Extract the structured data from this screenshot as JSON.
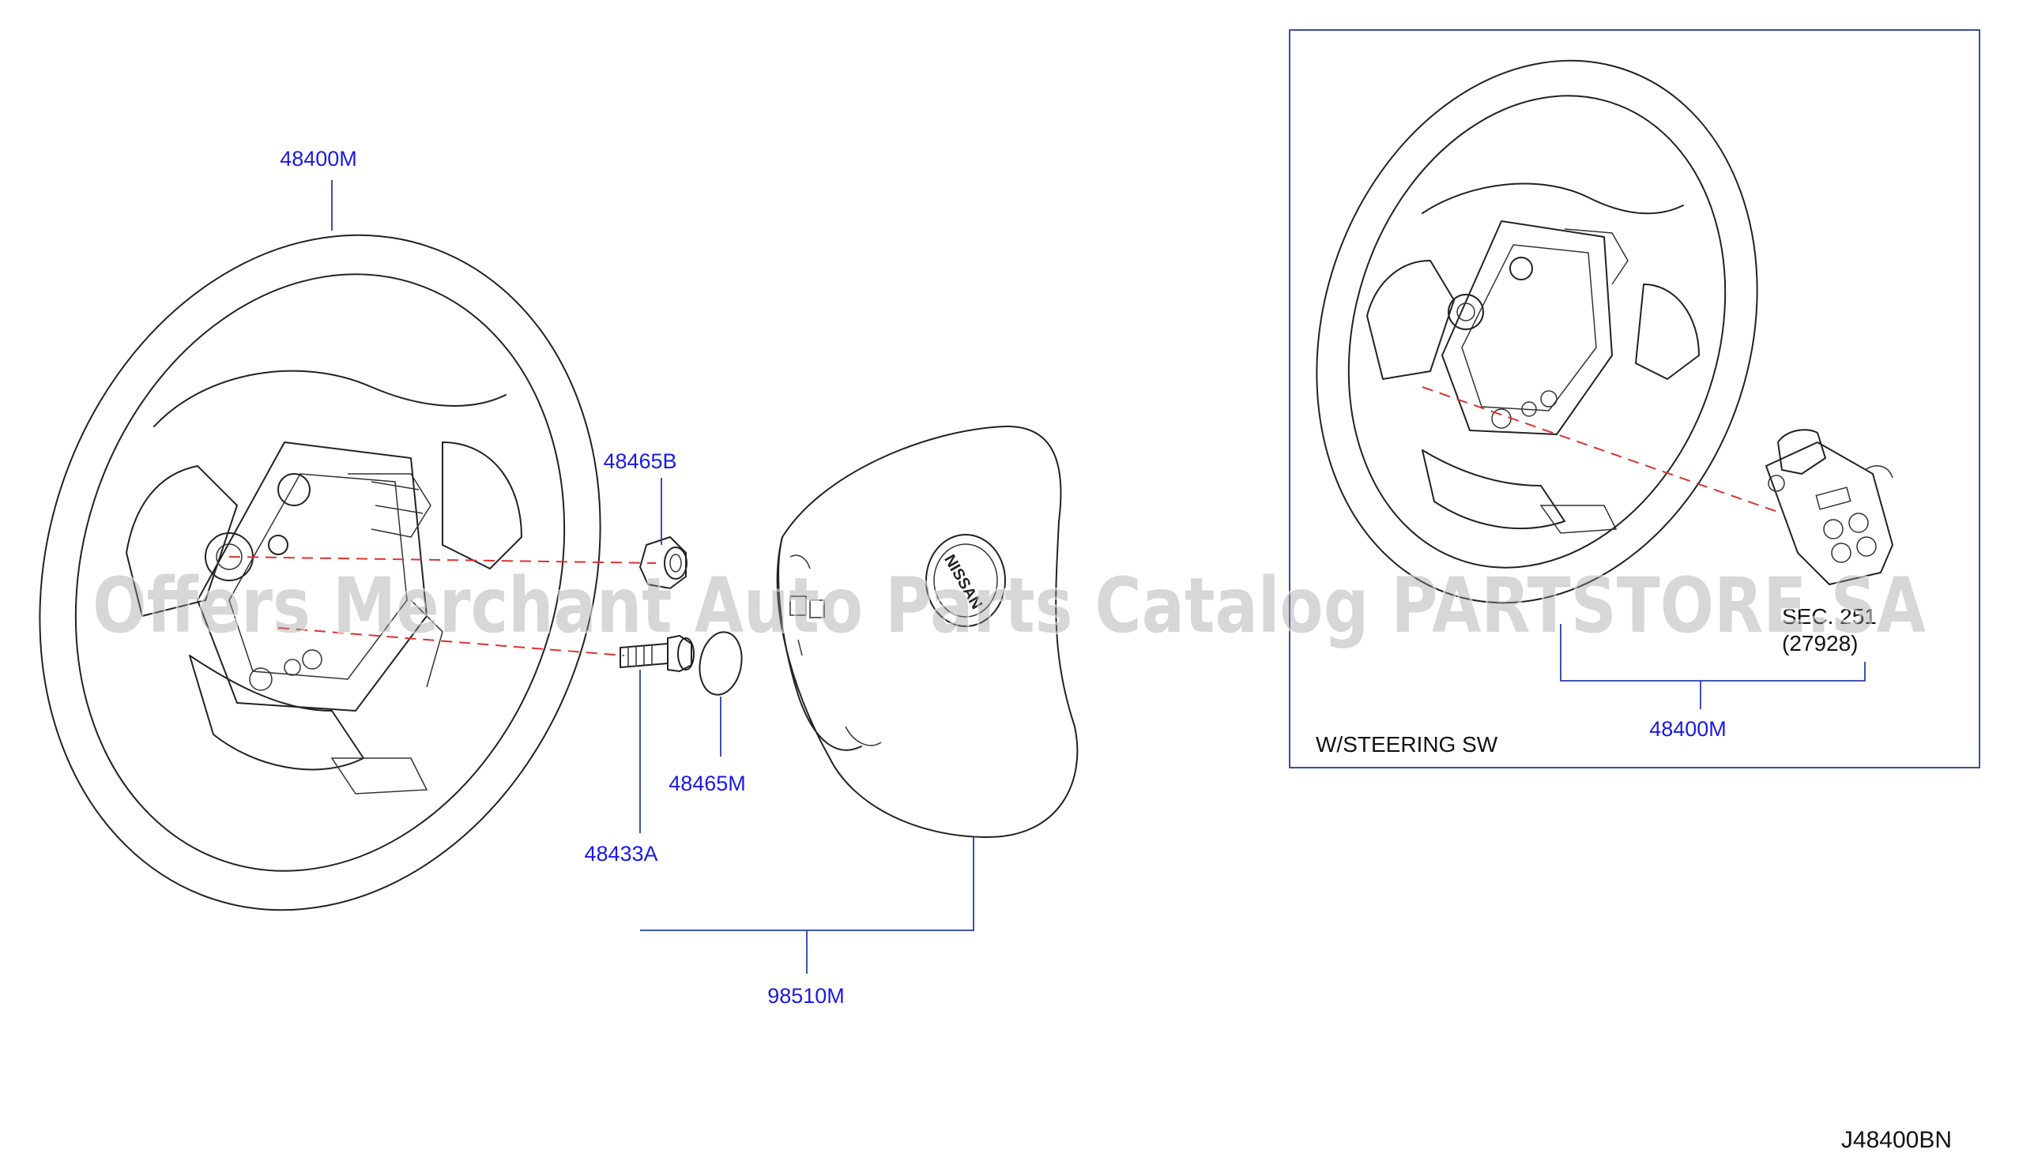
{
  "labels": {
    "wheel_main": "48400M",
    "nut": "48465B",
    "bolt": "48433A",
    "cap": "48465M",
    "airbag": "98510M",
    "wheel_sw": "48400M",
    "sec_ref": "SEC. 251",
    "sec_ref_sub": "(27928)",
    "variant_caption": "W/STEERING  SW",
    "diagram_id": "J48400BN"
  },
  "watermark": "Offers Merchant Auto Parts Catalog PARTSTORE.SA",
  "logo_text": "NISSAN",
  "colors": {
    "label_blue": "#1a1ae6",
    "leader_blue": "#2a3fa8",
    "dash_red": "#e03030",
    "outline": "#222222"
  }
}
